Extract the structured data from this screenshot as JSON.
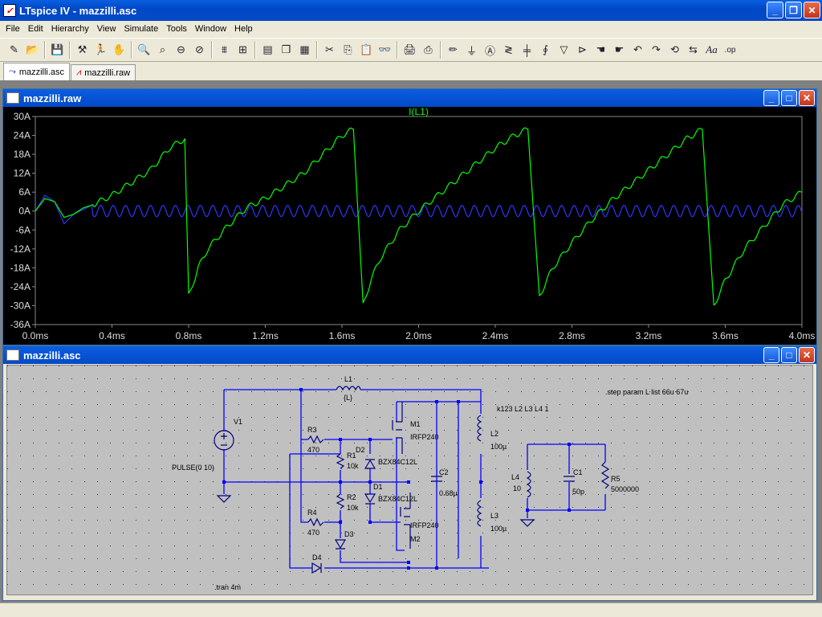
{
  "app": {
    "title": "LTspice IV - mazzilli.asc",
    "icon": "ltspice-logo-icon"
  },
  "menu": [
    "File",
    "Edit",
    "Hierarchy",
    "View",
    "Simulate",
    "Tools",
    "Window",
    "Help"
  ],
  "tabs": [
    {
      "label": "mazzilli.asc",
      "icon": "schematic-icon",
      "active": true
    },
    {
      "label": "mazzilli.raw",
      "icon": "waveform-icon",
      "active": false
    }
  ],
  "plot_window": {
    "title": "mazzilli.raw",
    "trace_label": "I(L1)",
    "trace_color": "#00ff00",
    "second_trace_color": "#3333ff",
    "background": "#000000"
  },
  "schematic_window": {
    "title": "mazzilli.asc",
    "labels": {
      "L1": "L1",
      "L1val": "{L}",
      "V1": "V1",
      "V1val": "PULSE(0 10)",
      "R3": "R3",
      "R3val": "470",
      "R1": "R1",
      "R1val": "10k",
      "D2": "D2",
      "D2val": "BZX84C12L",
      "D1": "D1",
      "D1val": "BZX84C12L",
      "R2": "R2",
      "R2val": "10k",
      "R4": "R4",
      "R4val": "470",
      "D3": "D3",
      "D4": "D4",
      "M1": "M1",
      "M1val": "IRFP240",
      "M2": "M2",
      "M2val": "IRFP240",
      "C2": "C2",
      "C2val": "0.68µ",
      "L2": "L2",
      "L2val": "100µ",
      "L3": "L3",
      "L3val": "100µ",
      "L4": "L4",
      "L4val": "10",
      "C1": "C1",
      "C1val": "50p",
      "R5": "R5",
      "R5val": "5000000",
      "step": ".step param L list 66u 67u",
      "k": "k123 L2 L3 L4 1",
      "tran": ".tran 4m"
    }
  },
  "chart_data": {
    "type": "line",
    "title": "I(L1)",
    "xlabel": "",
    "ylabel": "",
    "x_ticks": [
      "0.0ms",
      "0.4ms",
      "0.8ms",
      "1.2ms",
      "1.6ms",
      "2.0ms",
      "2.4ms",
      "2.8ms",
      "3.2ms",
      "3.6ms",
      "4.0ms"
    ],
    "y_ticks": [
      "30A",
      "24A",
      "18A",
      "12A",
      "6A",
      "0A",
      "-6A",
      "-12A",
      "-18A",
      "-24A",
      "-30A",
      "-36A"
    ],
    "xlim": [
      0,
      4.0
    ],
    "ylim": [
      -36,
      30
    ],
    "grid": false,
    "series": [
      {
        "name": "I(L1)",
        "color": "#00ff00",
        "x": [
          0,
          0.05,
          0.1,
          0.15,
          0.2,
          0.25,
          0.3,
          0.4,
          0.5,
          0.6,
          0.7,
          0.78,
          0.8,
          0.85,
          0.9,
          1.0,
          1.1,
          1.2,
          1.3,
          1.4,
          1.5,
          1.6,
          1.66,
          1.71,
          1.75,
          1.8,
          1.9,
          2.0,
          2.1,
          2.2,
          2.3,
          2.4,
          2.5,
          2.57,
          2.63,
          2.7,
          2.8,
          2.9,
          3.0,
          3.1,
          3.2,
          3.3,
          3.4,
          3.48,
          3.54,
          3.6,
          3.7,
          3.8,
          3.9,
          4.0
        ],
        "y": [
          0,
          4,
          3,
          -2,
          -1,
          1,
          2,
          5,
          9,
          13,
          20,
          23,
          -27,
          -18,
          -12,
          -5,
          1,
          4,
          8,
          12,
          18,
          24,
          26,
          -30,
          -22,
          -15,
          -6,
          0,
          5,
          10,
          15,
          20,
          24,
          26,
          -27,
          -18,
          -10,
          -3,
          3,
          8,
          13,
          18,
          23,
          26,
          -30,
          -22,
          -12,
          -5,
          2,
          6
        ]
      },
      {
        "name": "",
        "color": "#3333ff",
        "x": [
          0,
          0.05,
          0.1,
          0.15,
          0.2,
          0.3,
          0.5,
          1.0,
          1.5,
          2.0,
          2.5,
          3.0,
          3.5,
          4.0
        ],
        "y": [
          0,
          5,
          3,
          -4,
          -1,
          2,
          0,
          0,
          0,
          0,
          0,
          0,
          0,
          0
        ]
      }
    ]
  }
}
